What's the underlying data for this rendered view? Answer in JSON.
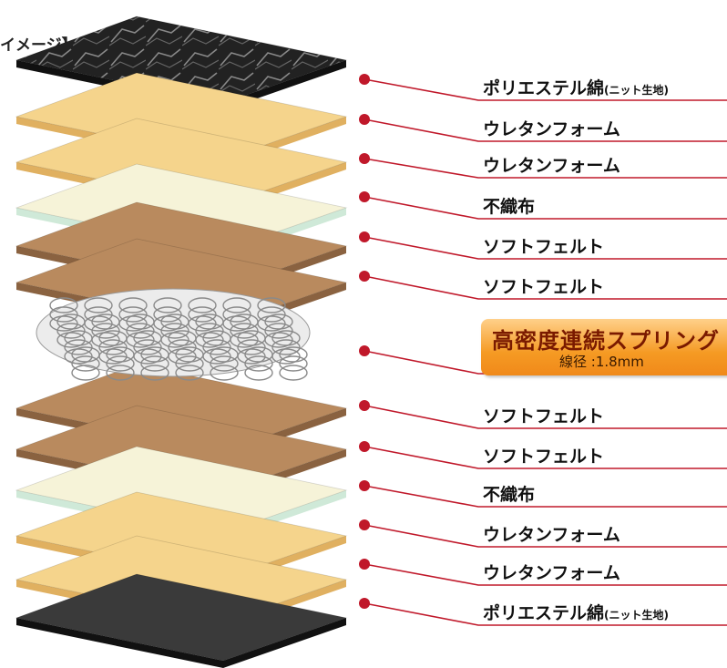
{
  "title": "イメージ】",
  "layers": [
    {
      "label": "ポリエステル綿",
      "sub": "(ニット生地)",
      "material": "knit-top",
      "color": "#2a2a2a"
    },
    {
      "label": "ウレタンフォーム",
      "sub": "",
      "material": "urethane",
      "color": "#f5d48c"
    },
    {
      "label": "ウレタンフォーム",
      "sub": "",
      "material": "urethane",
      "color": "#f5d48c"
    },
    {
      "label": "不織布",
      "sub": "",
      "material": "nonwoven",
      "color": "#f6f3d8"
    },
    {
      "label": "ソフトフェルト",
      "sub": "",
      "material": "felt",
      "color": "#b98a5e"
    },
    {
      "label": "ソフトフェルト",
      "sub": "",
      "material": "felt",
      "color": "#b98a5e"
    },
    {
      "label": "高密度連続スプリング",
      "sub": "線径 :1.8mm",
      "material": "spring",
      "color": "#f59a23"
    },
    {
      "label": "ソフトフェルト",
      "sub": "",
      "material": "felt",
      "color": "#b98a5e"
    },
    {
      "label": "ソフトフェルト",
      "sub": "",
      "material": "felt",
      "color": "#b98a5e"
    },
    {
      "label": "不織布",
      "sub": "",
      "material": "nonwoven",
      "color": "#f6f3d8"
    },
    {
      "label": "ウレタンフォーム",
      "sub": "",
      "material": "urethane",
      "color": "#f5d48c"
    },
    {
      "label": "ウレタンフォーム",
      "sub": "",
      "material": "urethane",
      "color": "#f5d48c"
    },
    {
      "label": "ポリエステル綿",
      "sub": "(ニット生地)",
      "material": "knit-bottom",
      "color": "#3a3a3a"
    }
  ],
  "colors": {
    "leader_line": "#c0182a",
    "leader_dot": "#c0182a"
  }
}
